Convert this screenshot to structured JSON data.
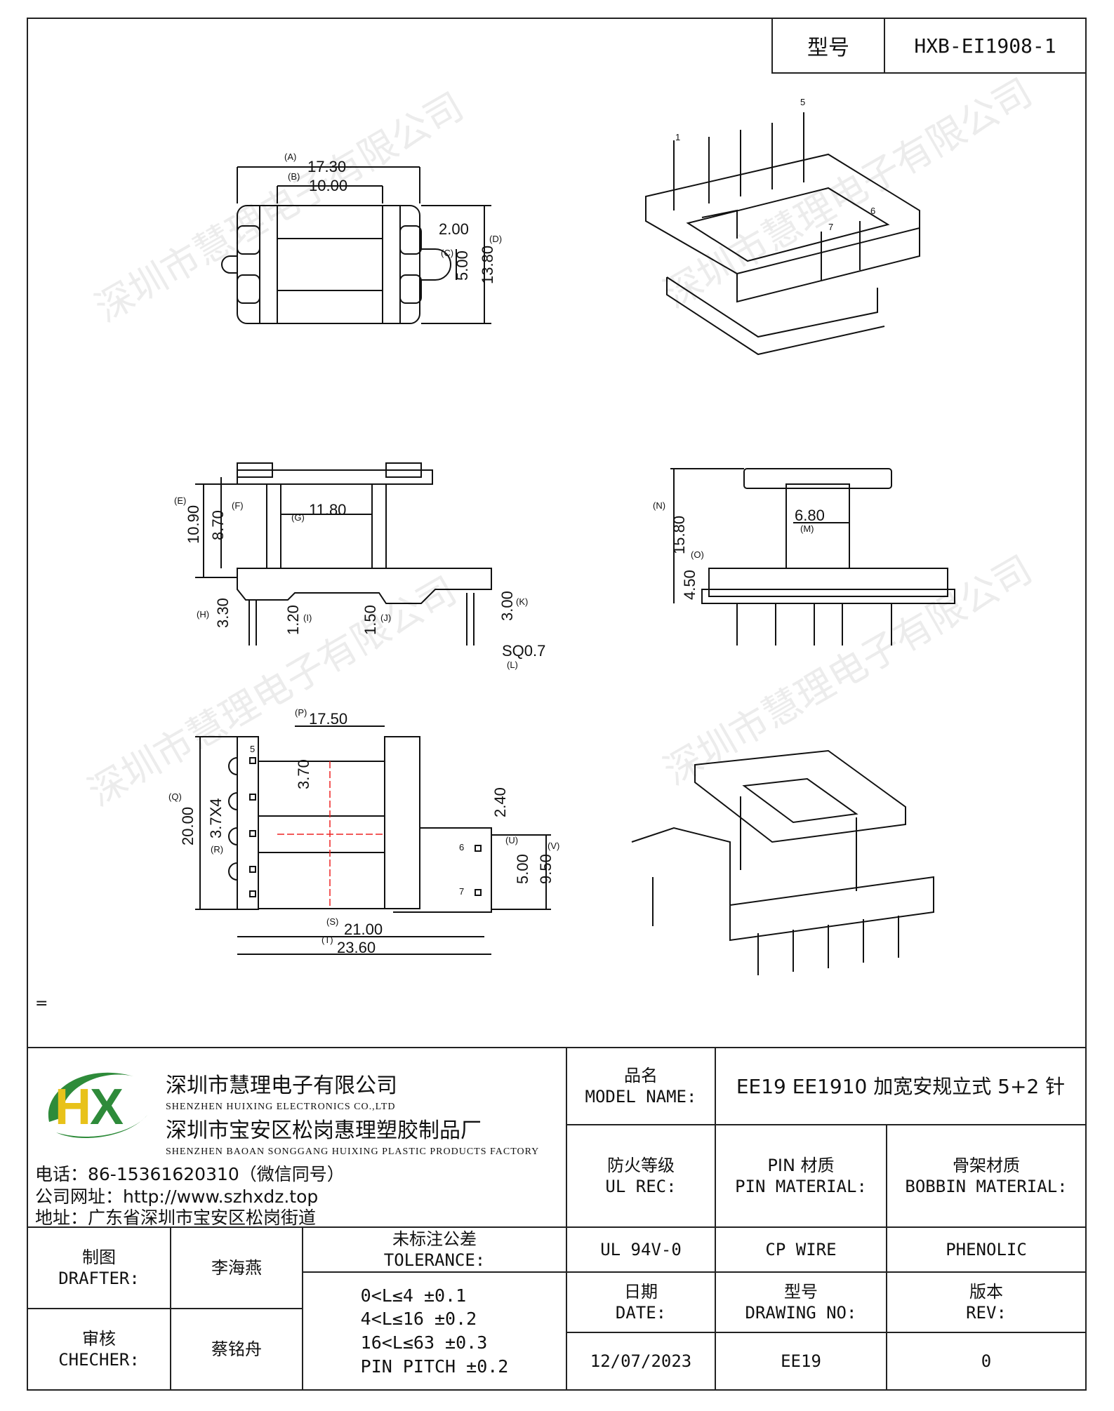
{
  "header": {
    "model_label": "型号",
    "model_value": "HXB-EI1908-1"
  },
  "drawing_dims": {
    "A": "(A)",
    "A_val": "17.30",
    "B": "(B)",
    "B_val": "10.00",
    "C": "(C)",
    "C_val": "5.00",
    "D": "(D)",
    "D_val": "13.80",
    "two": "2.00",
    "E": "(E)",
    "E_val": "10.90",
    "F": "(F)",
    "F_val": "8.70",
    "G": "(G)",
    "G_val": "11.80",
    "H": "(H)",
    "H_val": "3.30",
    "I": "(I)",
    "I_val": "1.20",
    "J": "(J)",
    "J_val": "1.50",
    "K": "(K)",
    "K_val": "3.00",
    "L": "(L)",
    "L_val": "SQ0.7",
    "N": "(N)",
    "N_val": "15.80",
    "M": "(M)",
    "M_val": "6.80",
    "O": "(O)",
    "O_val": "4.50",
    "P": "(P)",
    "P_val": "17.50",
    "Q": "(Q)",
    "Q_val": "20.00",
    "R": "(R)",
    "R_val": "3.7X4",
    "three70": "3.70",
    "two40": "2.40",
    "U": "(U)",
    "U_val": "5.00",
    "V": "(V)",
    "V_val": "9.50",
    "S": "(S)",
    "S_val": "21.00",
    "T": "(T)",
    "T_val": "23.60",
    "pin1": "1",
    "pin5": "5",
    "pin6": "6",
    "pin7": "7",
    "bpin5": "5",
    "bpin6": "6",
    "bpin7": "7"
  },
  "watermark": "深圳市慧理电子有限公司",
  "stray_mark": "=",
  "company": {
    "name_cn": "深圳市慧理电子有限公司",
    "name_en": "SHENZHEN HUIXING ELECTRONICS CO.,LTD",
    "factory_cn": "深圳市宝安区松岗惠理塑胶制品厂",
    "factory_en": "SHENZHEN BAOAN SONGGANG HUIXING PLASTIC PRODUCTS FACTORY",
    "phone": "电话：86-15361620310（微信同号）",
    "website": "公司网址：http://www.szhxdz.top",
    "address": "地址：广东省深圳市宝安区松岗街道",
    "logo_text": "HX",
    "colors": {
      "green": "#2e8b3a",
      "yellow": "#e8c21a"
    }
  },
  "title_block": {
    "model_name_cn": "品名",
    "model_name_en": "MODEL NAME:",
    "model_name_val": "EE19 EE1910 加宽安规立式 5+2 针",
    "ul_cn": "防火等级",
    "ul_en": "UL REC:",
    "pin_mat_cn": "PIN 材质",
    "pin_mat_en": "PIN MATERIAL:",
    "bobbin_cn": "骨架材质",
    "bobbin_en": "BOBBIN MATERIAL:",
    "ul_val": "UL 94V-0",
    "pin_val": "CP WIRE",
    "bobbin_val": "PHENOLIC",
    "drafter_cn": "制图",
    "drafter_en": "DRAFTER:",
    "drafter_val": "李海燕",
    "checker_cn": "审核",
    "checker_en": "CHECHER:",
    "checker_val": "蔡铭舟",
    "tol_cn": "未标注公差",
    "tol_en": "TOLERANCE:",
    "tol_lines": [
      "0<L≤4  ±0.1",
      "4<L≤16 ±0.2",
      "16<L≤63 ±0.3",
      "PIN PITCH ±0.2"
    ],
    "date_cn": "日期",
    "date_en": "DATE:",
    "date_val": "12/07/2023",
    "dwg_cn": "型号",
    "dwg_en": "DRAWING NO:",
    "dwg_val": "EE19",
    "rev_cn": "版本",
    "rev_en": "REV:",
    "rev_val": "0"
  }
}
